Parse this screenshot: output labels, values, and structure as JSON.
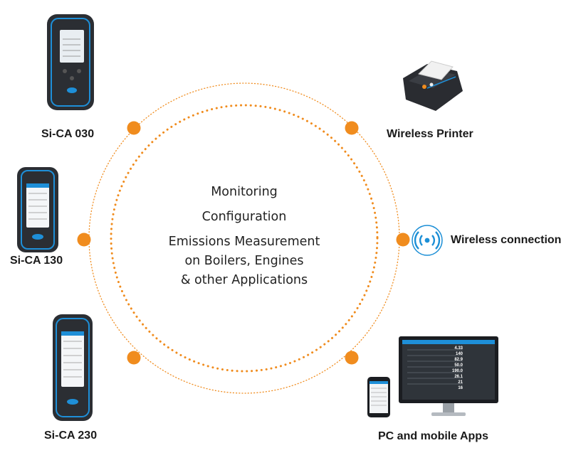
{
  "center": {
    "lines": [
      "Monitoring",
      "Configuration",
      "Emissions Measurement",
      "on Boilers, Engines",
      "& other Applications"
    ]
  },
  "nodes": {
    "sica030": "Si-CA 030",
    "sica130": "Si-CA 130",
    "sica230": "Si-CA 230",
    "printer": "Wireless Printer",
    "wireless": "Wireless connection",
    "apps": "PC and mobile Apps"
  },
  "monitor_readings": [
    "4.33",
    "140",
    "82.9",
    "50.0",
    "190.0",
    "26.1",
    "21",
    "16"
  ],
  "colors": {
    "accent": "#f08c1e",
    "device_blue": "#1e8fd8",
    "device_body": "#2b2e33",
    "wireless_blue": "#1c8fd6"
  }
}
